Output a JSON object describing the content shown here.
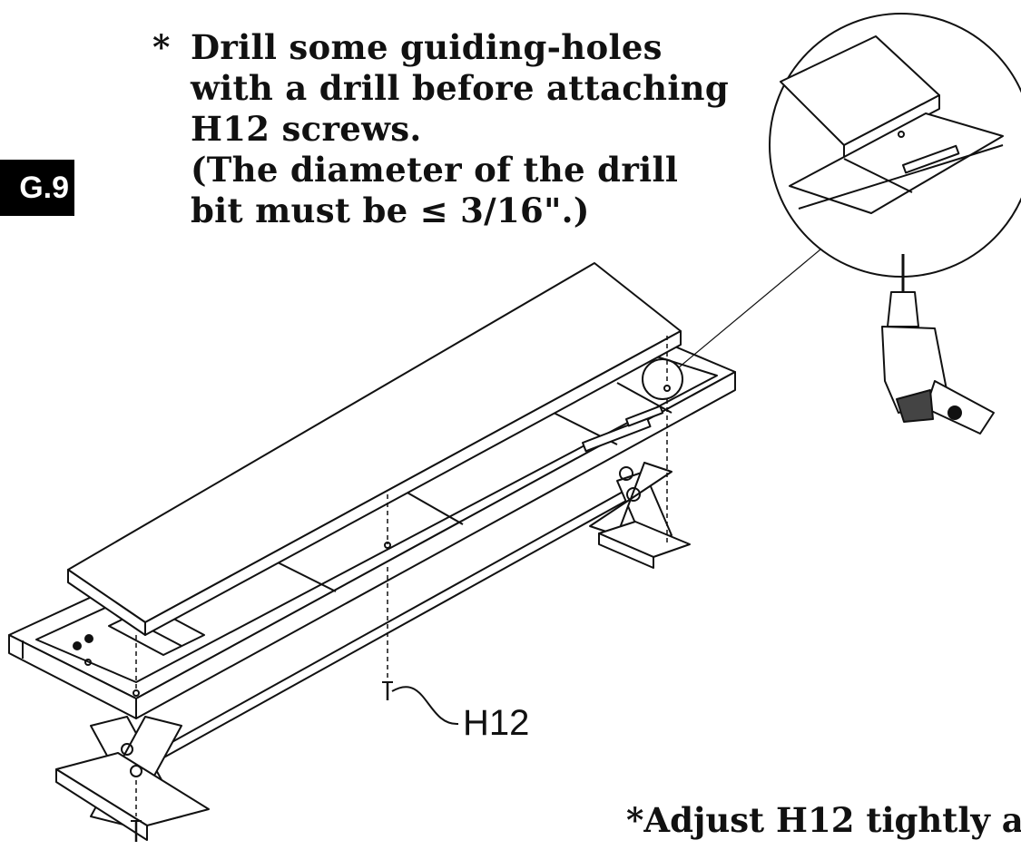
{
  "figure": {
    "tab_label": "G.9"
  },
  "note_top": {
    "bullet": "*",
    "lines": [
      "Drill some guiding-holes",
      "with a drill before attaching",
      "H12 screws.",
      "(The diameter of the drill",
      "bit must be ≤ 3/16\".)"
    ]
  },
  "note_bottom": {
    "bullet": "*",
    "text": "Adjust H12 tightly a"
  },
  "part": {
    "label": "H12"
  },
  "icons": [
    "drill-icon",
    "screw-icon",
    "magnifier-callout"
  ],
  "colors": {
    "ink": "#111111",
    "tab_bg": "#000000",
    "tab_text": "#ffffff"
  }
}
